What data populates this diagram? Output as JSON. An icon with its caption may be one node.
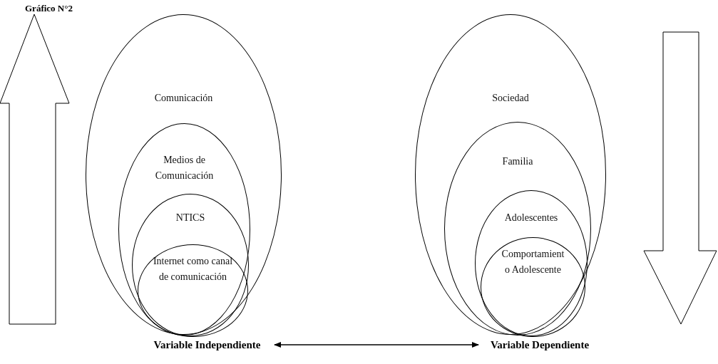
{
  "diagram": {
    "title": "Gráfico N°2",
    "nodes": [
      {
        "text": [
          "Comunicación"
        ]
      },
      {
        "text": [
          "Medios de Comunicación"
        ],
        "in": 0
      },
      {
        "text": [
          "NTICS"
        ],
        "in": 1
      },
      {
        "text": [
          "Internet como canal de comunicación"
        ],
        "in": 2
      },
      {
        "text": [
          "Sociedad"
        ]
      },
      {
        "text": [
          "Familia"
        ],
        "in": 4
      },
      {
        "text": [
          "Adolescentes"
        ],
        "in": 5
      },
      {
        "text": [
          "Comportamiento Adolescente"
        ],
        "in": 6
      },
      {
        "text": [
          "Variable Independiente"
        ]
      },
      {
        "text": [
          "Variable Dependiente"
        ]
      }
    ],
    "edges": [
      {
        "from": 8,
        "to": 9,
        "arrow": "both"
      }
    ]
  }
}
